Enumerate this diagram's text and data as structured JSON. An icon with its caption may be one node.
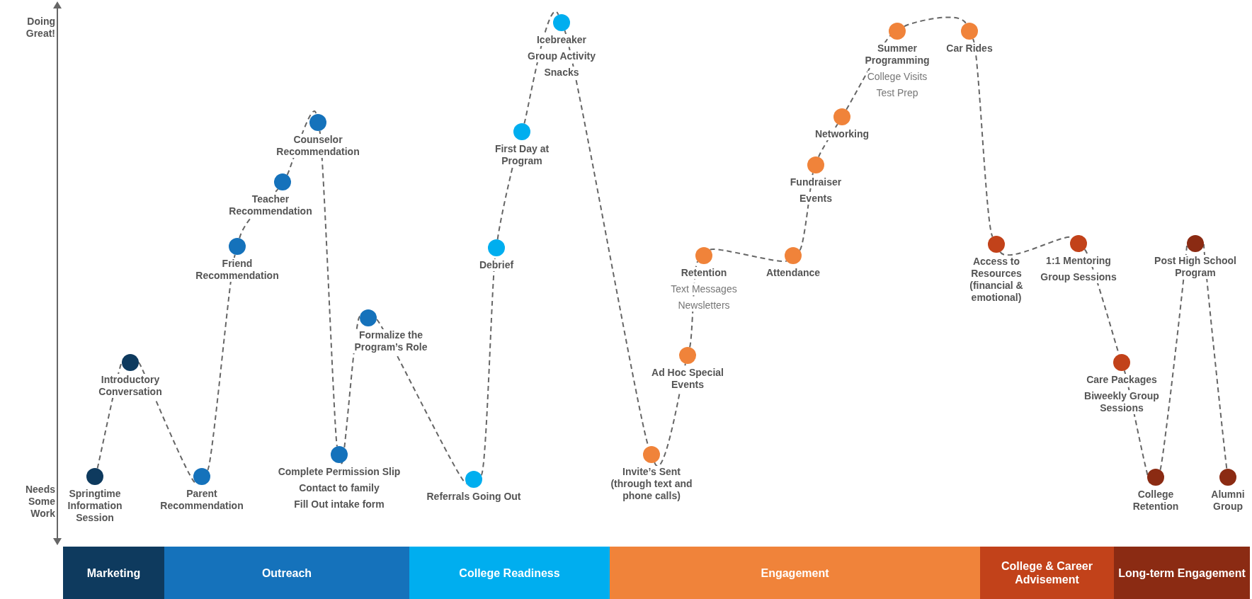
{
  "diagram": {
    "nodes": [
      {
        "text": [
          "Springtime Information Session"
        ]
      },
      {
        "text": [
          "Introductory Conversation"
        ]
      },
      {
        "text": [
          "Parent Recommendation"
        ]
      },
      {
        "text": [
          "Friend Recommendation"
        ]
      },
      {
        "text": [
          "Teacher Recommendation"
        ]
      },
      {
        "text": [
          "Counselor Recommendation"
        ]
      },
      {
        "text": [
          "Complete Permission Slip",
          "Contact to family",
          "Fill Out intake form"
        ]
      },
      {
        "text": [
          "Formalize the Program’s Role"
        ]
      },
      {
        "text": [
          "Referrals Going Out"
        ]
      },
      {
        "text": [
          "Debrief"
        ]
      },
      {
        "text": [
          "First Day at Program"
        ]
      },
      {
        "text": [
          "Icebreaker",
          "Group Activity",
          "Snacks"
        ]
      },
      {
        "text": [
          "Invite’s Sent (through text and phone calls)"
        ]
      },
      {
        "text": [
          "Ad Hoc Special Events"
        ]
      },
      {
        "text": [
          "Retention",
          "Text Messages",
          "Newsletters"
        ]
      },
      {
        "text": [
          "Attendance"
        ]
      },
      {
        "text": [
          "Fundraiser",
          "Events"
        ]
      },
      {
        "text": [
          "Networking"
        ]
      },
      {
        "text": [
          "Summer Programming",
          "College Visits",
          "Test Prep"
        ]
      },
      {
        "text": [
          "Car Rides"
        ]
      },
      {
        "text": [
          "Access to Resources (financial & emotional)"
        ]
      },
      {
        "text": [
          "1:1 Mentoring",
          "Group Sessions"
        ]
      },
      {
        "text": [
          "Care Packages",
          "Biweekly Group Sessions"
        ]
      },
      {
        "text": [
          "College Retention"
        ]
      },
      {
        "text": [
          "Post High School Program"
        ]
      },
      {
        "text": [
          "Alumni Group"
        ]
      },
      {
        "text": [
          "Marketing"
        ]
      },
      {
        "text": [
          "Outreach"
        ]
      },
      {
        "text": [
          "College Readiness"
        ]
      },
      {
        "text": [
          "Engagement"
        ]
      },
      {
        "text": [
          "College & Career Advisement"
        ]
      },
      {
        "text": [
          "Long-term Engagement"
        ]
      }
    ],
    "edges": [
      {
        "from": 0,
        "to": 1,
        "arrow": "none",
        "style": "dashed"
      },
      {
        "from": 1,
        "to": 2,
        "arrow": "none",
        "style": "dashed"
      },
      {
        "from": 2,
        "to": 3,
        "arrow": "none",
        "style": "dashed"
      },
      {
        "from": 3,
        "to": 4,
        "arrow": "none",
        "style": "dashed"
      },
      {
        "from": 4,
        "to": 5,
        "arrow": "none",
        "style": "dashed"
      },
      {
        "from": 5,
        "to": 6,
        "arrow": "none",
        "style": "dashed"
      },
      {
        "from": 6,
        "to": 7,
        "arrow": "none",
        "style": "dashed"
      },
      {
        "from": 7,
        "to": 8,
        "arrow": "none",
        "style": "dashed"
      },
      {
        "from": 8,
        "to": 9,
        "arrow": "none",
        "style": "dashed"
      },
      {
        "from": 9,
        "to": 10,
        "arrow": "none",
        "style": "dashed"
      },
      {
        "from": 10,
        "to": 11,
        "arrow": "none",
        "style": "dashed"
      },
      {
        "from": 11,
        "to": 12,
        "arrow": "none",
        "style": "dashed"
      },
      {
        "from": 12,
        "to": 13,
        "arrow": "none",
        "style": "dashed"
      },
      {
        "from": 13,
        "to": 14,
        "arrow": "none",
        "style": "dashed"
      },
      {
        "from": 14,
        "to": 15,
        "arrow": "none",
        "style": "dashed"
      },
      {
        "from": 15,
        "to": 16,
        "arrow": "none",
        "style": "dashed"
      },
      {
        "from": 16,
        "to": 17,
        "arrow": "none",
        "style": "dashed"
      },
      {
        "from": 17,
        "to": 18,
        "arrow": "none",
        "style": "dashed"
      },
      {
        "from": 18,
        "to": 19,
        "arrow": "none",
        "style": "dashed"
      },
      {
        "from": 19,
        "to": 20,
        "arrow": "none",
        "style": "dashed"
      },
      {
        "from": 20,
        "to": 21,
        "arrow": "none",
        "style": "dashed"
      },
      {
        "from": 21,
        "to": 22,
        "arrow": "none",
        "style": "dashed"
      },
      {
        "from": 22,
        "to": 23,
        "arrow": "none",
        "style": "dashed"
      },
      {
        "from": 23,
        "to": 24,
        "arrow": "none",
        "style": "dashed"
      },
      {
        "from": 24,
        "to": 25,
        "arrow": "none",
        "style": "dashed"
      }
    ],
    "labels": [
      "Doing Great!",
      "Needs Some Work"
    ]
  }
}
